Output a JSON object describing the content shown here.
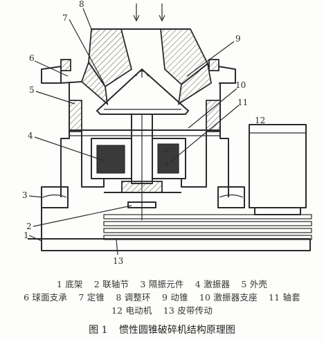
{
  "callouts": [
    "8",
    "9",
    "7",
    "6",
    "5",
    "10",
    "11",
    "12",
    "4",
    "3",
    "2",
    "1",
    "13"
  ],
  "legend": {
    "row1": [
      "1 底架",
      "2 联轴节",
      "3 隔振元件",
      "4 激振器",
      "5 外壳"
    ],
    "row2": [
      "6 球面支承",
      "7 定锥",
      "8 调整环",
      "9 动锥",
      "10 激振器支座",
      "11 轴套"
    ],
    "row3": [
      "12 电动机",
      "13 皮带传动"
    ]
  },
  "caption": {
    "figure": "图 1",
    "title": "惯性圆锥破碎机结构原理图"
  }
}
